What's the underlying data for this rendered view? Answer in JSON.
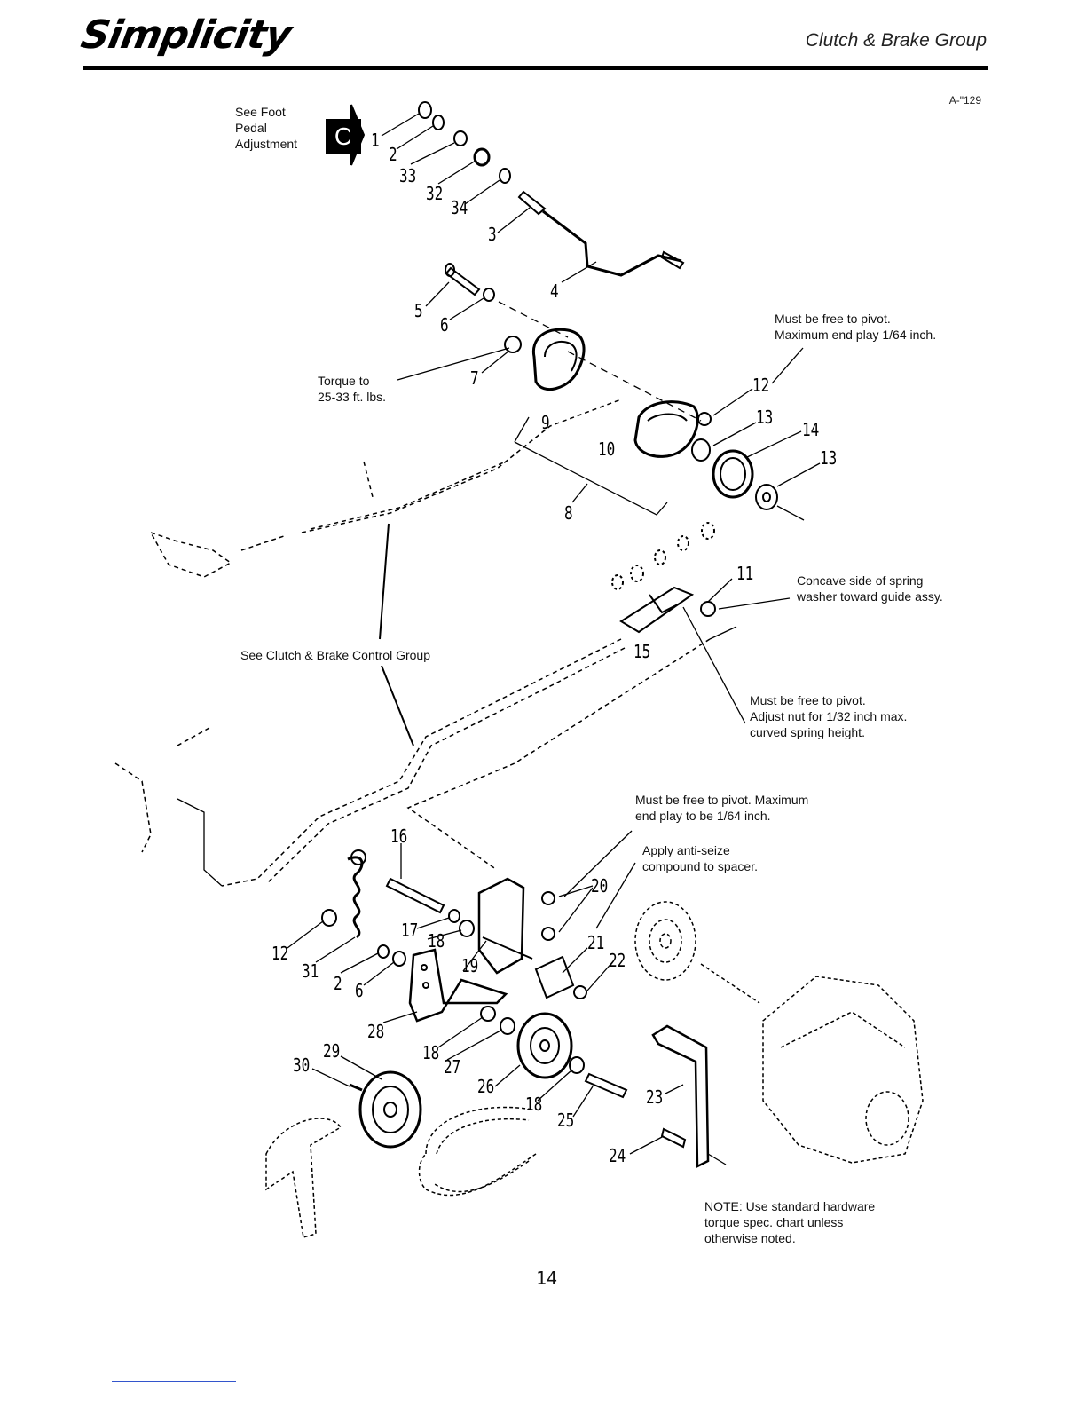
{
  "header": {
    "brand": "Simplicity",
    "section_title": "Clutch & Brake Group",
    "diagram_id": "A-\"129"
  },
  "notes": {
    "foot_pedal": "See Foot\nPedal\nAdjustment",
    "ref_letter": "C",
    "pivot_12": "Must be free to pivot.\nMaximum end play 1/64 inch.",
    "torque": "Torque to\n25-33 ft. lbs.",
    "spring_washer": "Concave side of spring\nwasher toward guide assy.",
    "control_group": "See Clutch & Brake Control Group",
    "pivot_15": "Must be free to pivot.\nAdjust nut for 1/32 inch max.\ncurved spring height.",
    "pivot_20": "Must be free to pivot. Maximum\nend play to be 1/64 inch.",
    "anti_seize": "Apply anti-seize\ncompound to spacer.",
    "hardware": "NOTE: Use standard hardware\ntorque spec. chart unless\notherwise noted."
  },
  "callouts": [
    "1",
    "2",
    "33",
    "32",
    "34",
    "3",
    "4",
    "5",
    "6",
    "7",
    "9",
    "8",
    "10",
    "12",
    "13",
    "14",
    "13",
    "11",
    "15",
    "16",
    "17",
    "18",
    "19",
    "20",
    "21",
    "22",
    "12",
    "31",
    "2",
    "6",
    "28",
    "18",
    "27",
    "26",
    "18",
    "25",
    "23",
    "24",
    "30",
    "29"
  ],
  "page_number": "14"
}
